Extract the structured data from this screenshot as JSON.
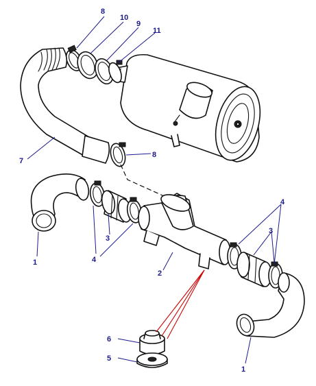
{
  "callouts": {
    "c8_top": "8",
    "c10": "10",
    "c9": "9",
    "c11": "11",
    "c7": "7",
    "c8_mid": "8",
    "c1_left": "1",
    "c3_left": "3",
    "c4_left": "4",
    "c2": "2",
    "c4_right": "4",
    "c3_right": "3",
    "c6": "6",
    "c5": "5",
    "c1_right": "1"
  },
  "colors": {
    "line": "#111111",
    "callout": "#1a1a8c",
    "highlight_leader": "#cc0000"
  }
}
